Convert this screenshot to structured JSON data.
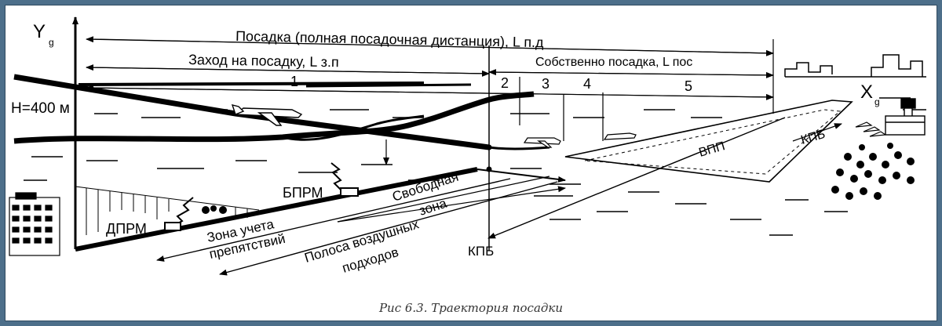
{
  "figure": {
    "axis_y": "Y",
    "axis_y_sub": "g",
    "axis_x": "X",
    "axis_x_sub": "g",
    "height_label": "H=400 м",
    "landing_full": "Посадка (полная посадочная дистанция), L п.д",
    "approach": "Заход на посадку, L з.п",
    "landing_proper": "Собственно посадка, L пос",
    "segments": [
      "1",
      "2",
      "3",
      "4",
      "5"
    ],
    "dprm": "ДПРМ",
    "bprm": "БПРМ",
    "free_zone_1": "Свободная",
    "free_zone_2": "зона",
    "obstacle_zone_1": "Зона учета",
    "obstacle_zone_2": "препятствий",
    "approach_strip_1": "Полоса воздушных",
    "approach_strip_2": "подходов",
    "kpb_bottom": "КПБ",
    "kpb_right": "КПБ",
    "runway": "ВПП"
  },
  "caption": "Рис 6.3. Траектория посадки"
}
